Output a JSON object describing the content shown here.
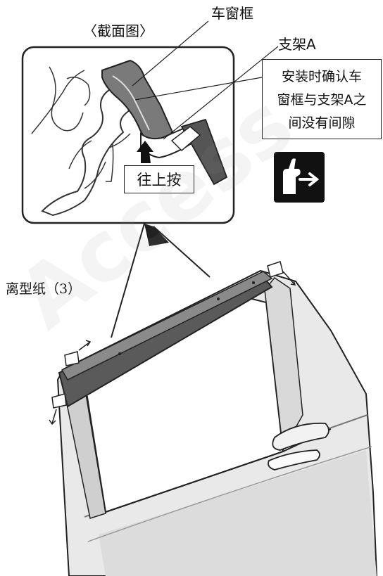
{
  "labels": {
    "section_view": "〈截面图〉",
    "window_frame": "车窗框",
    "bracket_a": "支架A",
    "press_up": "往上按",
    "release_paper": "离型纸（3）"
  },
  "note": {
    "lines": [
      "安装时确认车",
      "窗框与支架A之",
      "间没有间隙"
    ]
  },
  "watermark": "Access",
  "icons": {
    "instruction": "hand-pull-arrow-icon"
  },
  "colors": {
    "line": "#222222",
    "visor": "#555555",
    "door": "#e9e9e9",
    "icon_bg": "#111111"
  }
}
